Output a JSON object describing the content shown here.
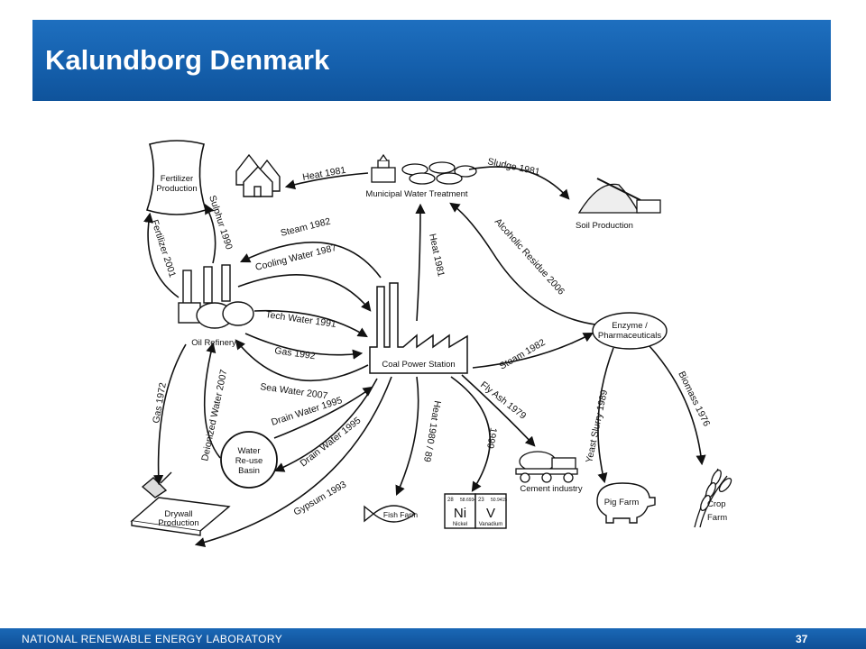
{
  "slide": {
    "title": "Kalundborg Denmark",
    "footer_org": "NATIONAL RENEWABLE ENERGY LABORATORY",
    "page_number": "37"
  },
  "nodes": {
    "fertilizer_1": "Fertilizer",
    "fertilizer_2": "Production",
    "municipal": "Municipal Water Treatment",
    "soil": "Soil Production",
    "oil_refinery": "Oil Refinery",
    "coal_power": "Coal Power Station",
    "enzyme_1": "Enzyme /",
    "enzyme_2": "Pharmaceuticals",
    "water_basin_1": "Water",
    "water_basin_2": "Re-use",
    "water_basin_3": "Basin",
    "drywall_1": "Drywall",
    "drywall_2": "Production",
    "fish_farm": "Fish Farm",
    "cement": "Cement industry",
    "pig_farm": "Pig Farm",
    "crop_1": "Crop",
    "crop_2": "Farm",
    "ni_symbol": "Ni",
    "ni_name": "Nickel",
    "ni_number": "28",
    "ni_mass": "58.6934",
    "v_symbol": "V",
    "v_name": "Vanadium",
    "v_number": "23",
    "v_mass": "50.9415"
  },
  "flows": {
    "heat_1981_homes": "Heat 1981",
    "sludge_1981": "Sludge 1981",
    "sulphur_1990": "Sulphur 1990",
    "fertilizer_2001": "Fertilizer 2001",
    "steam_1982_refinery": "Steam 1982",
    "cooling_water_1987": "Cooling Water 1987",
    "tech_water_1991": "Tech Water 1991",
    "gas_1992": "Gas 1992",
    "sea_water_2007": "Sea Water 2007",
    "heat_1981_municipal": "Heat 1981",
    "alcoholic_residue_2006": "Alcoholic Residue 2006",
    "steam_1982_enzyme": "Steam 1982",
    "gas_1972": "Gas 1972",
    "deionized_water_2007": "Deionized Water 2007",
    "drain_water_1995_a": "Drain Water 1995",
    "drain_water_1995_b": "Drain Water 1995",
    "gypsum_1993": "Gypsum 1993",
    "heat_1980_89": "Heat 1980 / 89",
    "fly_ash_1979": "Fly Ash 1979",
    "year_1999": "1999",
    "yeast_slurry_1989": "Yeast Slurry 1989",
    "biomass_1976": "Biomass 1976"
  },
  "colors": {
    "title_bar": "#1560ad",
    "footer_bar": "#0f4f96",
    "line": "#111111"
  }
}
